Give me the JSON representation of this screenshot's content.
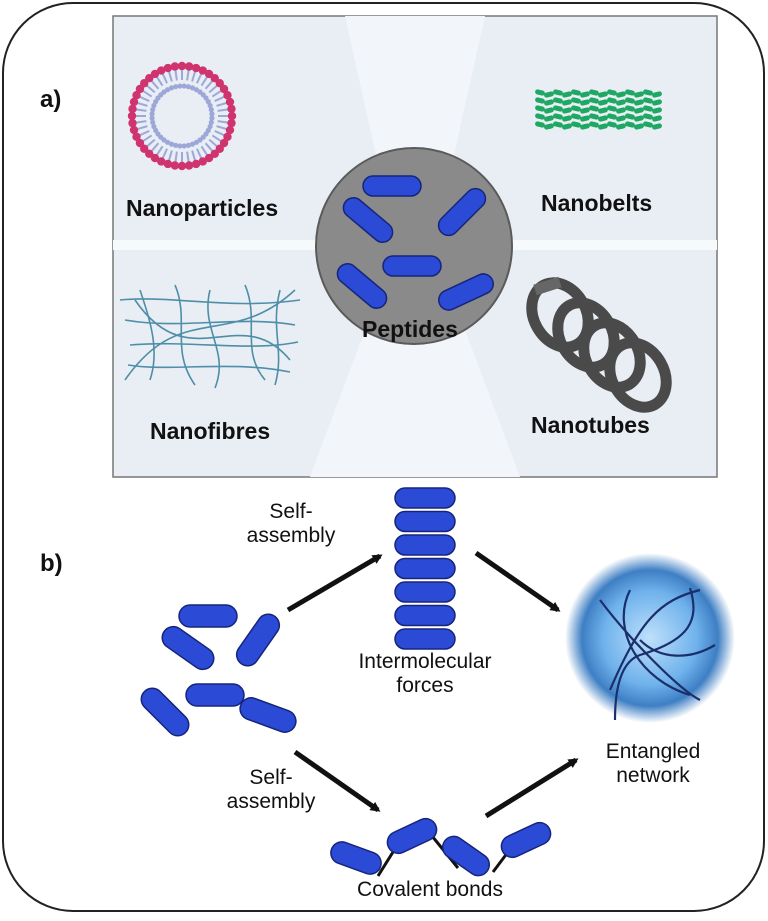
{
  "panel_a": {
    "label": "a)",
    "center_label": "Peptides",
    "structures": [
      {
        "key": "nanoparticles",
        "label": "Nanoparticles"
      },
      {
        "key": "nanobelts",
        "label": "Nanobelts"
      },
      {
        "key": "nanofibres",
        "label": "Nanofibres"
      },
      {
        "key": "nanotubes",
        "label": "Nanotubes"
      }
    ]
  },
  "panel_b": {
    "label": "b)",
    "upper_path_label": "Self-\nassembly",
    "lower_path_label": "Self-\nassembly",
    "stack_label": "Intermolecular\nforces",
    "chain_label": "Covalent bonds",
    "network_label": "Entangled\nnetwork"
  },
  "colors": {
    "peptide": "#2b4ad6",
    "peptide_outline": "#16257a",
    "center_disc": "#8c8c8c",
    "panel_a_background": "#e4ecf3",
    "nanoparticle_head": "#d0346e",
    "nanoparticle_tail": "#9ea8d8",
    "nanobelt": "#1fa764",
    "nanofibre": "#4f8ea8",
    "nanotube": "#4a4a4a",
    "network_glow": "#3e8bd9",
    "arrow": "#111111"
  }
}
